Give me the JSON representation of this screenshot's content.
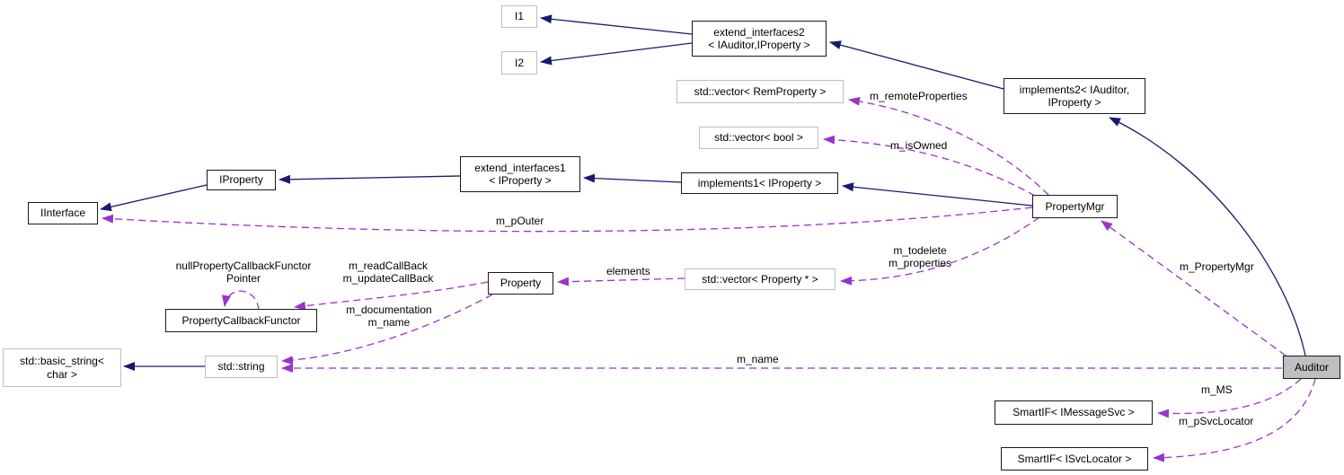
{
  "colors": {
    "solid_edge": "#191970",
    "dashed_edge": "#9a32cd",
    "node_border": "#1a1a1a",
    "external_border": "#bfbfbf",
    "current_fill": "#bfbfbf",
    "text_color": "#000000",
    "bg": "#ffffff"
  },
  "nodes": {
    "i1": {
      "label": "I1"
    },
    "i2": {
      "label": "I2"
    },
    "extend_interfaces2": {
      "label": "extend_interfaces2\n< IAuditor,IProperty >"
    },
    "vector_remproperty": {
      "label": "std::vector< RemProperty >"
    },
    "implements2": {
      "label": "implements2< IAuditor,\nIProperty >"
    },
    "vector_bool": {
      "label": "std::vector< bool >"
    },
    "iproperty": {
      "label": "IProperty"
    },
    "iinterface": {
      "label": "IInterface"
    },
    "extend_interfaces1": {
      "label": "extend_interfaces1\n< IProperty >"
    },
    "implements1": {
      "label": "implements1< IProperty >"
    },
    "propertymgr": {
      "label": "PropertyMgr"
    },
    "propertycallbackfunctor": {
      "label": "PropertyCallbackFunctor"
    },
    "property": {
      "label": "Property"
    },
    "vector_property_ptr": {
      "label": "std::vector< Property * >"
    },
    "basic_string": {
      "label": "std::basic_string<\nchar >"
    },
    "std_string": {
      "label": "std::string"
    },
    "auditor": {
      "label": "Auditor"
    },
    "smartif_imessagesvc": {
      "label": "SmartIF< IMessageSvc >"
    },
    "smartif_isvclocator": {
      "label": "SmartIF< ISvcLocator >"
    }
  },
  "edge_labels": {
    "m_remoteProperties": "m_remoteProperties",
    "m_isOwned": "m_isOwned",
    "m_pOuter": "m_pOuter",
    "null_functor_pointer": "nullPropertyCallbackFunctor\nPointer",
    "read_update_callbacks": "m_readCallBack\nm_updateCallBack",
    "documentation_name": "m_documentation\nm_name",
    "elements": "elements",
    "todelete_properties": "m_todelete\nm_properties",
    "m_PropertyMgr": "m_PropertyMgr",
    "m_name": "m_name",
    "m_MS": "m_MS",
    "m_pSvcLocator": "m_pSvcLocator"
  }
}
